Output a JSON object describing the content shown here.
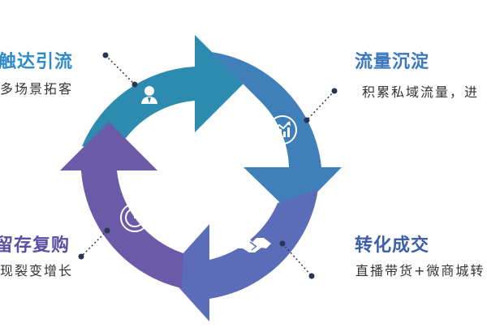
{
  "colors": {
    "segment_top_left": "#2e8bb0",
    "segment_top_right": "#3f7fba",
    "segment_bottom_right": "#5b6db8",
    "segment_bottom_left": "#6a5aa8",
    "title_top_left": "#2f8cc8",
    "title_top_right": "#3a77bf",
    "title_bottom_right": "#3d5fa9",
    "title_bottom_left": "#5a4fa3",
    "connector": "#2a3553",
    "icon": "#ffffff"
  },
  "steps": [
    {
      "title": "触达引流",
      "subtitle": "多场景拓客",
      "icon": "user-icon"
    },
    {
      "title": "流量沉淀",
      "subtitle": "积累私域流量，进",
      "icon": "growth-chart-icon"
    },
    {
      "title": "转化成交",
      "subtitle": "直播带货+微商城转",
      "icon": "handshake-icon"
    },
    {
      "title": "留存复购",
      "subtitle": "现裂变增长",
      "icon": "pie-chart-icon"
    }
  ]
}
